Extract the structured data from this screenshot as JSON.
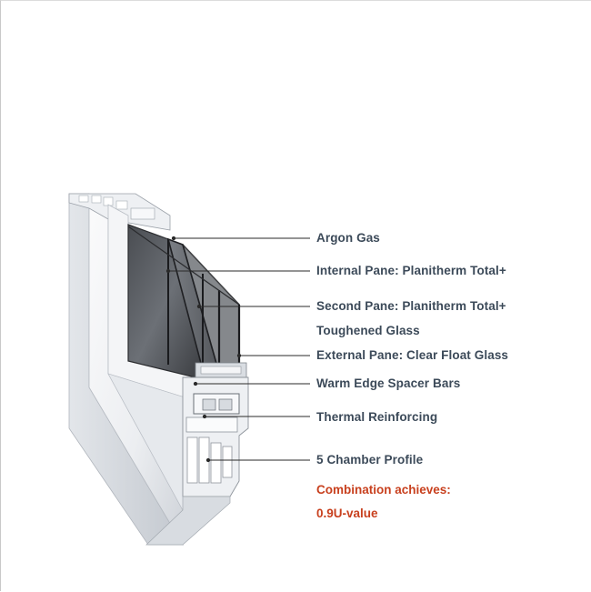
{
  "colors": {
    "label_text": "#3c4a59",
    "leader_line": "#2a2a2a",
    "highlight_text": "#c8401e",
    "frame_light": "#f2f3f5",
    "frame_shadow": "#b9bec6",
    "glass_dark": "#3e4044"
  },
  "labels": {
    "argon_gas": "Argon Gas",
    "internal_pane": "Internal Pane: Planitherm Total+",
    "second_pane": "Second Pane: Planitherm Total+",
    "toughened_glass": "Toughened Glass",
    "external_pane": "External Pane: Clear Float Glass",
    "spacer_bars": "Warm Edge Spacer Bars",
    "thermal_reinforcing": "Thermal Reinforcing",
    "chamber_profile": "5 Chamber Profile"
  },
  "note": {
    "line1": "Combination achieves:",
    "line2": "0.9U-value"
  }
}
